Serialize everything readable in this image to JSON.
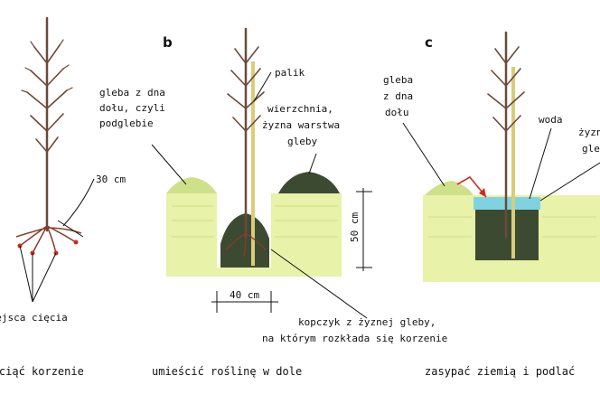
{
  "panels": {
    "a": {
      "dimension": "30 cm",
      "cut_label": "miejsca cięcia",
      "caption": "przyciąć korzenie"
    },
    "b": {
      "letter": "b",
      "subsoil_label": [
        "gleba z dna",
        "dołu, czyli",
        "podglebie"
      ],
      "stake_label": "palik",
      "topsoil_label": [
        "wierzchnia,",
        "żyzna warstwa",
        "gleby"
      ],
      "depth_label": "50 cm",
      "width_label": "40 cm",
      "mound_label": [
        "kopczyk z żyznej gleby,",
        "na którym rozkłada się korzenie"
      ],
      "caption": "umieścić roślinę w dole"
    },
    "c": {
      "letter": "c",
      "subsoil_label": [
        "gleba",
        "z dna",
        "dołu"
      ],
      "water_label": "woda",
      "topsoil_label": [
        "żyzna",
        "gleba"
      ],
      "caption": "zasypać ziemią i podlać"
    }
  },
  "colors": {
    "ground": "#e8f2a8",
    "subsoil": "#cfe08a",
    "topsoil": "#3d4a32",
    "water": "#7fd3e0",
    "arrow": "#d02a1a",
    "stake": "#d9cc7a"
  }
}
